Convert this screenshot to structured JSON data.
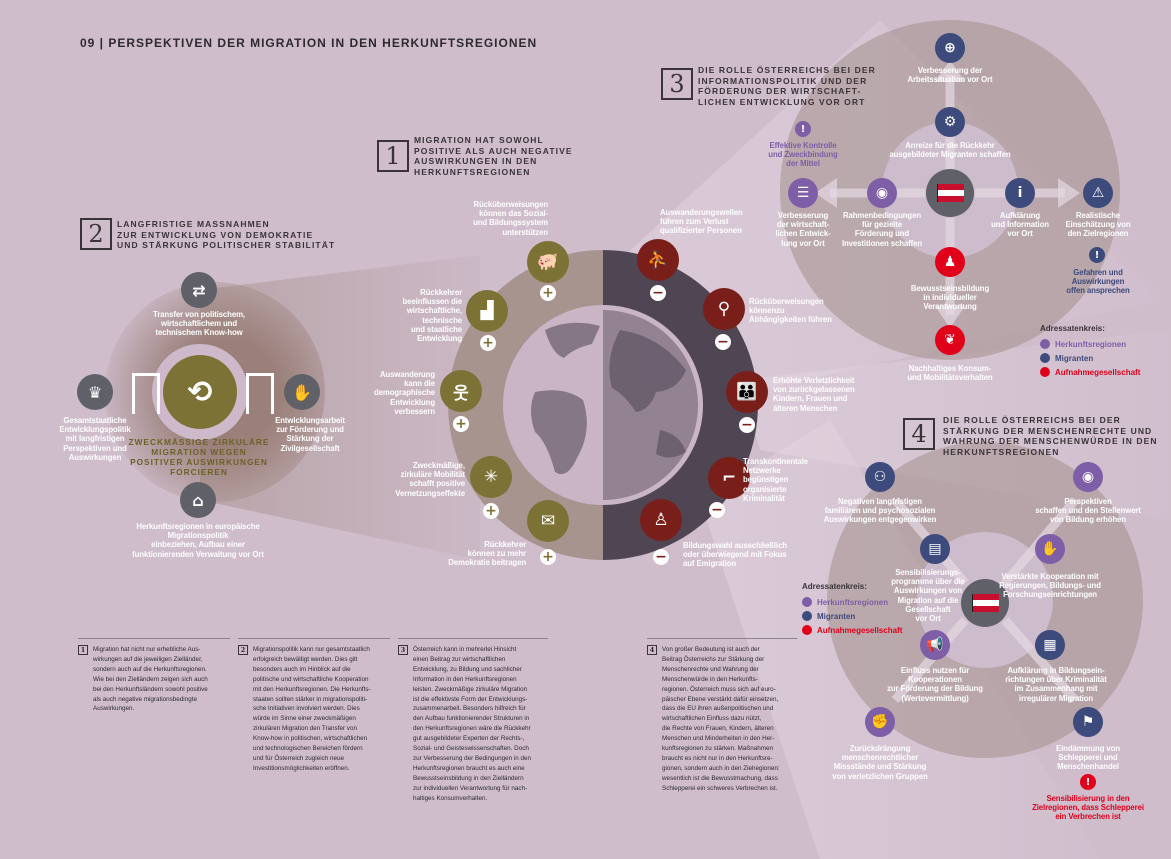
{
  "header": {
    "title": "09 | PERSPEKTIVEN DER MIGRATION IN DEN HERKUNFTSREGIONEN"
  },
  "colors": {
    "background": "#cfbdcc",
    "olive": "#7d7236",
    "dark_red": "#7a1e1a",
    "navy": "#3d4a7c",
    "purple": "#7e5ea6",
    "red": "#e0001a",
    "grey": "#5f6068"
  },
  "section1": {
    "number": "1",
    "heading": "MIGRATION HAT SOWOHL\nPOSITIVE ALS AUCH NEGATIVE\nAUSWIRKUNGEN IN DEN\nHERKUNFTSREGIONEN",
    "positive": [
      {
        "icon": "piggy-bank-icon",
        "sign": "+",
        "label": "Rücküberweisungen\nkönnen das Sozial-\nund Bildungssystem\nunterstützen"
      },
      {
        "icon": "growth-chart-icon",
        "sign": "+",
        "label": "Rückkehrer\nbeeinflussen die\nwirtschaftliche,\ntechnische\nund staatliche\nEntwicklung"
      },
      {
        "icon": "walking-people-icon",
        "sign": "+",
        "label": "Auswanderung\nkann die\ndemographische\nEntwicklung\nverbessern"
      },
      {
        "icon": "network-icon",
        "sign": "+",
        "label": "Zweckmäßige,\nzirkuläre Mobilität\nschafft positive\nVernetzungseffekte"
      },
      {
        "icon": "ballot-box-icon",
        "sign": "+",
        "label": "Rückkehrer\nkönnen zu mehr\nDemokratie beitragen"
      }
    ],
    "negative": [
      {
        "icon": "stairs-person-icon",
        "sign": "−",
        "label": "Auswanderungswellen\nführen zum Verlust\nqualifizierter Personen"
      },
      {
        "icon": "dependency-icon",
        "sign": "−",
        "label": "Rücküberweisungen\nkönnenzu\nAbhängigkeiten führen"
      },
      {
        "icon": "family-icon",
        "sign": "−",
        "label": "Erhöhte Verletzlichkeit\nvon zurückgelassenen\nKindern, Frauen und\nälteren Menschen"
      },
      {
        "icon": "gun-icon",
        "sign": "−",
        "label": "Transkontinentale\nNetzwerke\nbegünstigen\norganisierte\nKriminalität"
      },
      {
        "icon": "student-icon",
        "sign": "−",
        "label": "Bildungswahl ausschließlich\noder überwiegend mit Fokus\nauf Emigration"
      }
    ]
  },
  "section2": {
    "number": "2",
    "heading": "LANGFRISTIGE MASSNAHMEN\nZUR ENTWICKLUNG VON DEMOKRATIE\nUND STÄRKUNG POLITISCHER STABILITÄT",
    "center_title": "ZWECKMÄSSIGE ZIRKULÄRE\nMIGRATION WEGEN\nPOSITIVER AUSWIRKUNGEN\nFORCIEREN",
    "items": [
      {
        "icon": "exchange-arrows-icon",
        "label": "Transfer von politischem,\nwirtschaftlichem und\ntechnischem  Know-how"
      },
      {
        "icon": "austrian-eagle-icon",
        "label": "Gesamtstaatliche\nEntwicklungspolitik\nmit langfristigen\nPerspektiven und\nAuswirkungen"
      },
      {
        "icon": "handshake-icon",
        "label": "Entwicklungsarbeit\nzur Förderung und\nStärkung der\nZivilgesellschaft"
      },
      {
        "icon": "government-building-icon",
        "label": "Herkunftsregionen in europäische\nMigrationspolitik\neinbeziehen, Aufbau einer\nfunktionierenden Verwaltung vor Ort"
      }
    ]
  },
  "section3": {
    "number": "3",
    "heading": "DIE ROLLE ÖSTERREICHS BEI DER\nINFORMATIONSPOLITIK UND DER\nFÖRDERUNG DER WIRTSCHAFT-\nLICHEN ENTWICKLUNG VOR ORT",
    "items": [
      {
        "icon": "magnifier-icon",
        "audience": "Migranten",
        "label": "Verbesserung der\nArbeitssituation vor Ort"
      },
      {
        "icon": "worker-gear-icon",
        "audience": "Migranten",
        "label": "Anreize für die Rückkehr\nausgebildeter Migranten schaffen"
      },
      {
        "icon": "coins-icon",
        "audience": "Herkunftsregionen",
        "label": "Verbesserung\nder wirtschaft-\nlichen Entwick-\nlung vor Ort"
      },
      {
        "icon": "eye-icon",
        "audience": "Herkunftsregionen",
        "label": "Rahmenbedingungen\nfür gezielte\nFörderung und\nInvestitionen schaffen"
      },
      {
        "icon": "info-icon",
        "audience": "Migranten",
        "label": "Aufklärung\nund Information\nvor Ort"
      },
      {
        "icon": "warning-icon",
        "audience": "Migranten",
        "label": "Realistische\nEinschätzung von\nden Zielregionen"
      },
      {
        "icon": "person-icon",
        "audience": "Aufnahmegesellschaft",
        "label": "Bewusstseinsbildung\nin individueller\nVerantwortung"
      },
      {
        "icon": "hand-plant-icon",
        "audience": "Aufnahmegesellschaft",
        "label": "Nachhaltiges Konsum-\nund Mobilitätsverhalten"
      }
    ],
    "notes": [
      {
        "icon": "exclamation-icon",
        "audience": "Herkunftsregionen",
        "label": "Effektive Kontrolle\nund Zweckbindung\nder Mittel"
      },
      {
        "icon": "exclamation-icon",
        "audience": "Migranten",
        "label": "Gefahren und\nAuswirkungen\noffen ansprechen"
      }
    ],
    "legend": {
      "title": "Adressatenkreis:",
      "items": [
        "Herkunftsregionen",
        "Migranten",
        "Aufnahmegesellschaft"
      ]
    }
  },
  "section4": {
    "number": "4",
    "heading": "DIE ROLLE ÖSTERREICHS BEI DER\nSTÄRKUNG DER MENSCHENRECHTE UND\nWAHRUNG DER MENSCHENWÜRDE IN DEN\nHERKUNFTSREGIONEN",
    "items": [
      {
        "icon": "protected-family-icon",
        "label": "Negativen langfristigen\nfamiliären und psychosozialen\nAuswirkungen entgegenwirken"
      },
      {
        "icon": "eye-icon",
        "label": "Perspektiven\nschaffen und den Stellenwert\nvon Bildung erhöhen"
      },
      {
        "icon": "presentation-icon",
        "label": "Sensibilisierungs-\nprogramme über die\nAuswirkungen von\nMigration auf die\nGesellschaft\nvor Ort"
      },
      {
        "icon": "handshake-icon",
        "label": "Verstärkte Kooperation mit\nRegierungen, Bildungs- und\nForschungseinrichtungen"
      },
      {
        "icon": "megaphone-icon",
        "label": "Einfluss nutzen für\nKooperationen\nzur Förderung der Bildung\n(Wertevermittlung)"
      },
      {
        "icon": "classroom-icon",
        "label": "Aufklärung in Bildungsein-\nrichtungen über Kriminalität\nim Zusammenhang mit\nirregulärer Migration"
      },
      {
        "icon": "protest-icon",
        "label": "Zurückdrängung\nmenschenrechtlicher\nMissstände und Stärkung\nvon verletzlichen Gruppen"
      },
      {
        "icon": "rescue-icon",
        "label": "Eindämmung von\nSchlepperei und\nMenschenhandel"
      }
    ],
    "note": {
      "icon": "exclamation-icon",
      "audience": "Aufnahmegesellschaft",
      "label": "Sensibilisierung in den\nZielregionen, dass Schlepperei\nein Verbrechen ist"
    },
    "legend": {
      "title": "Adressatenkreis:",
      "items": [
        "Herkunftsregionen",
        "Migranten",
        "Aufnahmegesellschaft"
      ]
    }
  },
  "paragraphs": [
    {
      "number": "1",
      "text": "Migration hat nicht nur erhebliche Aus-\nwirkungen auf die jeweiligen Zielländer,\nsondern auch auf die Herkunftsregionen.\nWie bei den Zielländern zeigen sich auch\nbei den Herkunftsländern sowohl positive\nals auch negative migrationsbedingte\nAuswirkungen."
    },
    {
      "number": "2",
      "text": "Migrationspolitik kann nur gesamtstaatlich\nerfolgreich bewältigt werden. Dies gilt\nbesonders auch im Hinblick auf die\npolitische und wirtschaftliche Kooperation\nmit den Herkunftsregionen. Die Herkunfts-\nstaaten sollten stärker in migrationspoliti-\nsche Initiativen involviert werden. Dies\nwürde im Sinne einer zweckmäßigen\nzirkulären Migration den Transfer von\nKnow-how in politischen, wirtschaftlichen\nund technologischen Bereichen fördern\nund für Österreich zugleich neue\nInvestitionsmöglichkeiten eröffnen."
    },
    {
      "number": "3",
      "text": "Österreich kann in mehrerlei Hinsicht\neinen Beitrag zur wirtschaftlichen\nEntwicklung, zu Bildung und sachlicher\nInformation in den Herkunftsregionen\nleisten. Zweckmäßige zirkuläre Migration\nist die effektivste Form der Entwicklungs-\nzusammenarbeit. Besonders hilfreich für\nden Aufbau funktionierender Strukturen in\nden Herkunftsregionen wäre die Rückkehr\ngut ausgebildeter Experten der Rechts-,\nSozial- und Geisteswissenschaften. Doch\nzur Verbesserung der Bedingungen in den\nHerkunftsregionen braucht es auch eine\nBewusstseinsbildung in den Zielländern\nzur individuellen Verantwortung für nach-\nhaltiges Konsumverhalten."
    },
    {
      "number": "4",
      "text": "Von großer Bedeutung ist auch der\nBeitrag Österreichs zur Stärkung der\nMenschenrechte und Wahrung der\nMenschenwürde in den Herkunfts-\nregionen. Österreich muss sich auf euro-\npäischer Ebene verstärkt dafür einsetzen,\ndass die EU ihren außenpolitischen und\nwirtschaftlichen Einfluss dazu nützt,\ndie Rechte von Frauen, Kindern, älteren\nMenschen und Minderheiten in den Her-\nkunftsregionen zu stärken. Maßnahmen\nbraucht es nicht nur in den Herkunftsre-\ngionen, sondern auch in den Zielregionen:\nwesentlich ist die Bewusstmachung, dass\nSchlepperei ein schweres Verbrechen ist."
    }
  ]
}
